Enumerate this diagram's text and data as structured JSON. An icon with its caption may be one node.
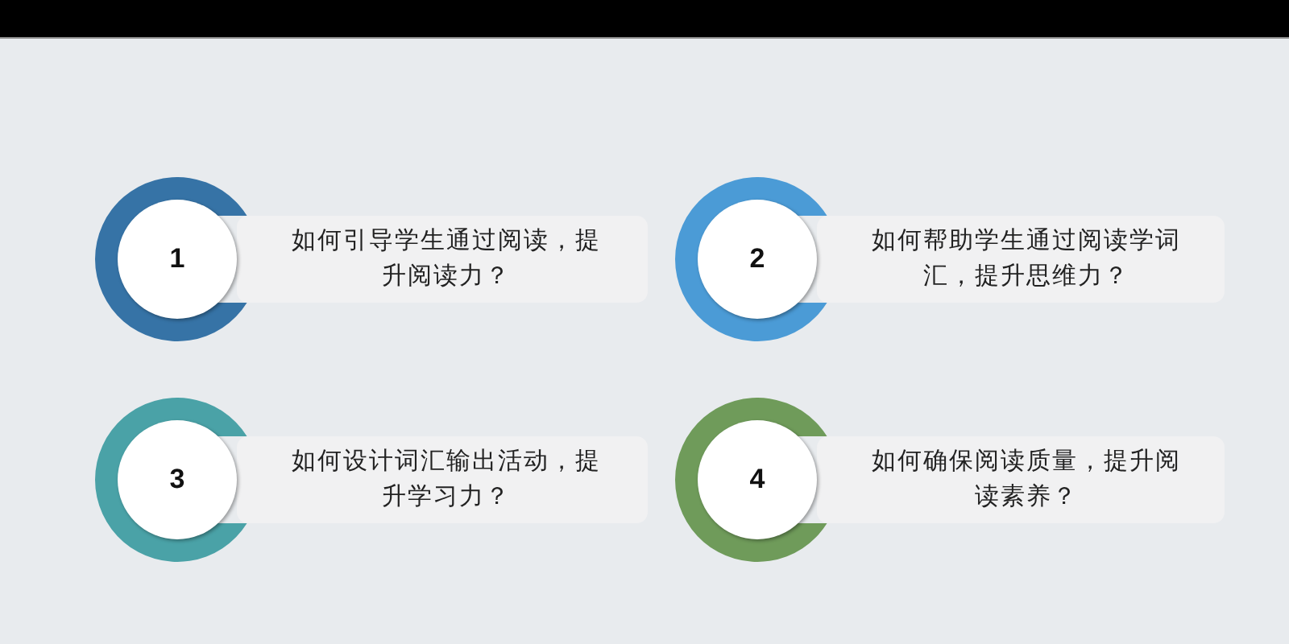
{
  "diagram": {
    "nodes": [
      {
        "text": [],
        "shape": "bar"
      },
      {
        "text": [
          "1"
        ]
      },
      {
        "text": [
          "如何引导学生通过阅读，提升阅读力？"
        ]
      },
      {
        "text": [
          "2"
        ]
      },
      {
        "text": [
          "如何帮助学生通过阅读学词汇，提升思维力？"
        ]
      },
      {
        "text": [
          "3"
        ]
      },
      {
        "text": [
          "如何设计词汇输出活动，提升学习力？"
        ]
      },
      {
        "text": [
          "4"
        ]
      },
      {
        "text": [
          "如何确保阅读质量，提升阅读素养？"
        ]
      }
    ]
  }
}
